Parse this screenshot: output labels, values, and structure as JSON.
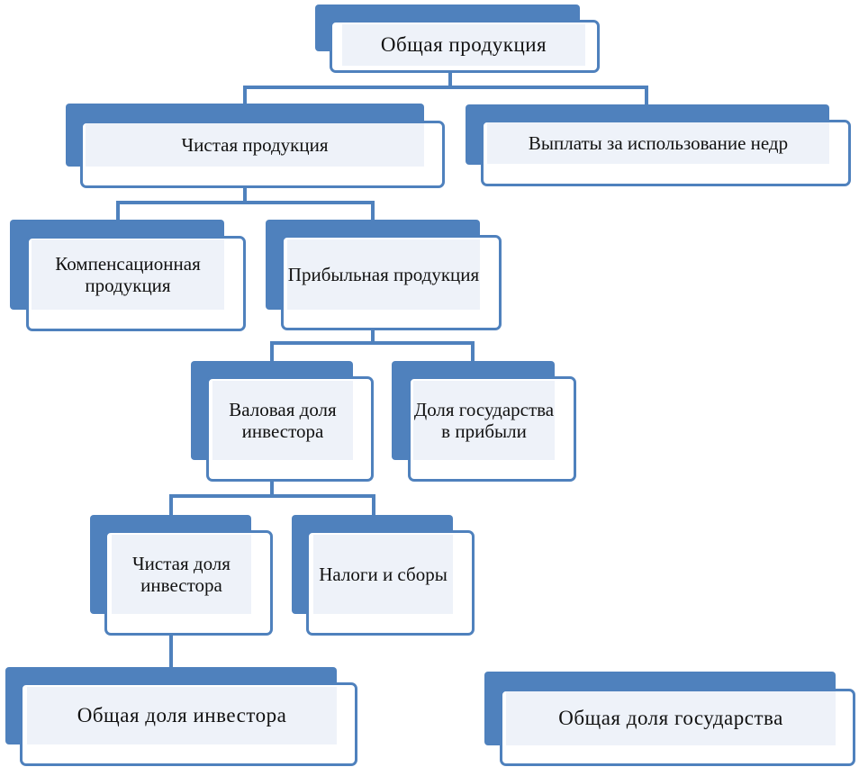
{
  "colors": {
    "accent": "#4f81bd",
    "box_fill": "#ffffff",
    "label_fill": "#eef2f9",
    "text": "#111111"
  },
  "nodes": {
    "total_production": "Общая продукция",
    "net_production": "Чистая продукция",
    "subsoil_payments": "Выплаты за использование недр",
    "compensation_production": "Компенсационная продукция",
    "profit_production": "Прибыльная продукция",
    "investor_gross_share": "Валовая доля инвестора",
    "state_profit_share": "Доля государства в прибыли",
    "investor_net_share": "Чистая доля инвестора",
    "taxes_and_fees": "Налоги и сборы",
    "investor_total_share": "Общая доля инвестора",
    "state_total_share": "Общая доля государства"
  }
}
